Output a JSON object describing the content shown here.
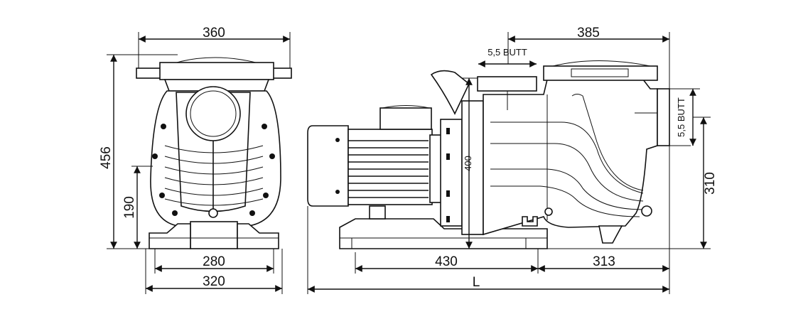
{
  "title": "Pool pump dimensional drawing",
  "front_view": {
    "width_top": "360",
    "height_total": "456",
    "height_inlet": "190",
    "base_inner": "280",
    "base_outer": "320"
  },
  "side_view": {
    "lid_to_outlet": "385",
    "outlet_top_label": "5,5 BUTT",
    "outlet_side_label": "5,5 BUTT",
    "height_flange": "400",
    "height_side_outlet": "310",
    "base_span": "430",
    "pump_front": "313",
    "length": "L"
  }
}
